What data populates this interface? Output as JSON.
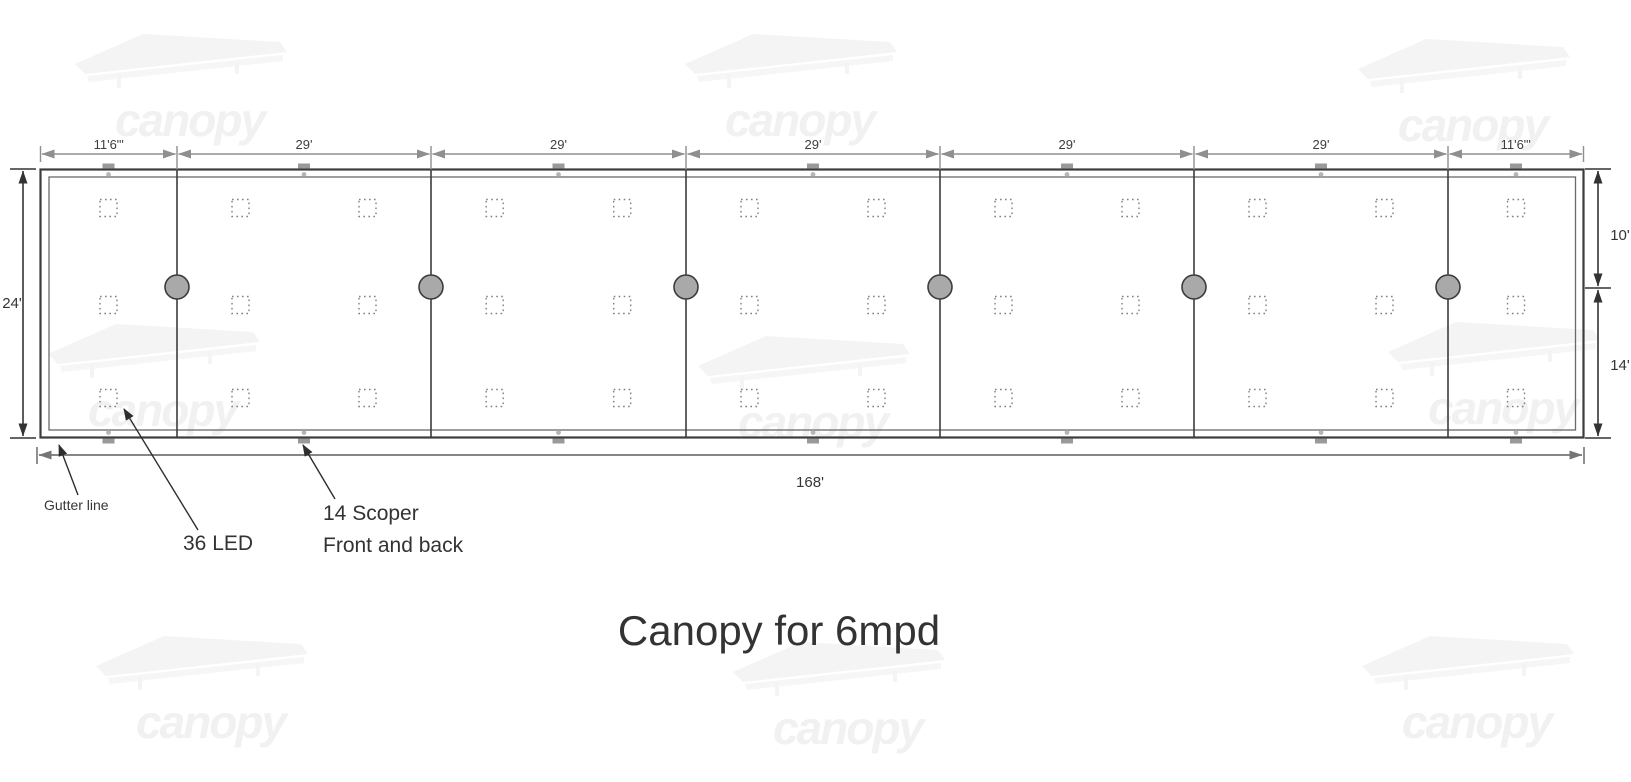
{
  "title": "Canopy for 6mpd",
  "watermark": {
    "text": "canopy"
  },
  "dimensions": {
    "top": [
      "11'6\"'",
      "29'",
      "29'",
      "29'",
      "29'",
      "29'",
      "11'6\"'"
    ],
    "left": "24'",
    "right": [
      "10'",
      "14'"
    ],
    "bottom": "168'"
  },
  "annotations": {
    "gutter": "Gutter line",
    "led": "36 LED",
    "scoper_line1": "14 Scoper",
    "scoper_line2": "Front and back"
  },
  "colors": {
    "line_dark": "#3c3c3c",
    "dim_gray": "#8f8f8f",
    "dim_bottom": "#757575",
    "inner_line": "#6a6a6a",
    "column_fill": "#a9a9a9",
    "led_dot": "#808080",
    "scoper_dot": "#b5b5b5",
    "scoper_tab": "#9a9a9a",
    "watermark": "#f2f2f2",
    "text": "#3a3a3a"
  }
}
